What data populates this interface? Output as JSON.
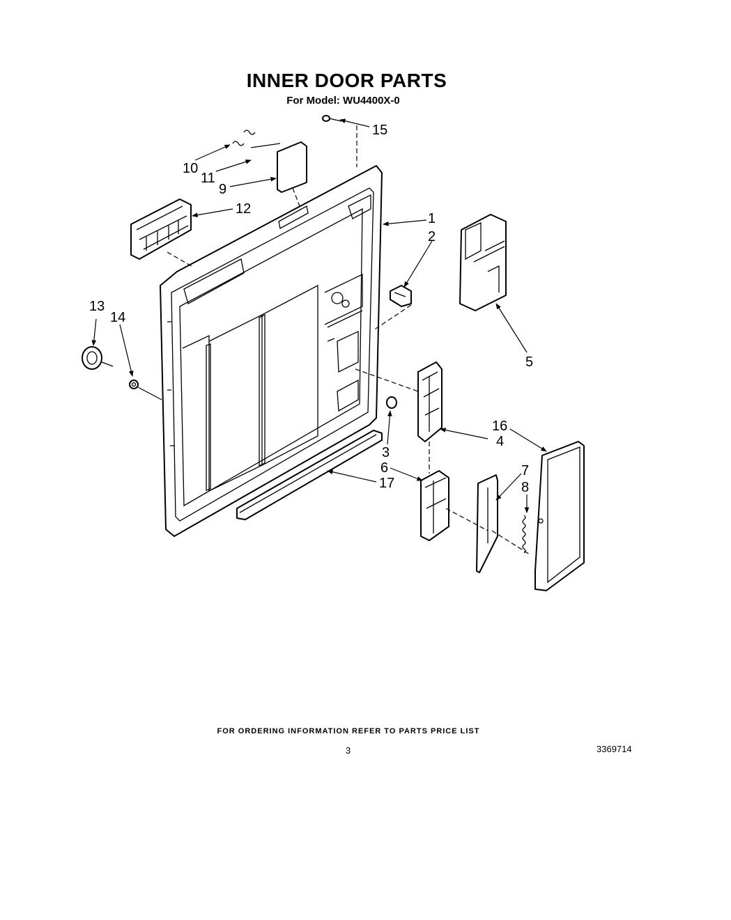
{
  "header": {
    "title": "INNER DOOR PARTS",
    "subtitle": "For Model: WU4400X-0"
  },
  "callouts": [
    {
      "id": "c1",
      "label": "1"
    },
    {
      "id": "c2",
      "label": "2"
    },
    {
      "id": "c3",
      "label": "3"
    },
    {
      "id": "c4",
      "label": "4"
    },
    {
      "id": "c5",
      "label": "5"
    },
    {
      "id": "c6",
      "label": "6"
    },
    {
      "id": "c7",
      "label": "7"
    },
    {
      "id": "c8",
      "label": "8"
    },
    {
      "id": "c9",
      "label": "9"
    },
    {
      "id": "c10",
      "label": "10"
    },
    {
      "id": "c11",
      "label": "11"
    },
    {
      "id": "c12",
      "label": "12"
    },
    {
      "id": "c13",
      "label": "13"
    },
    {
      "id": "c14",
      "label": "14"
    },
    {
      "id": "c15",
      "label": "15"
    },
    {
      "id": "c16",
      "label": "16"
    },
    {
      "id": "c17",
      "label": "17"
    }
  ],
  "footer": {
    "ordering_note": "FOR ORDERING INFORMATION REFER TO PARTS PRICE LIST",
    "page_number": "3",
    "document_number": "3369714"
  }
}
